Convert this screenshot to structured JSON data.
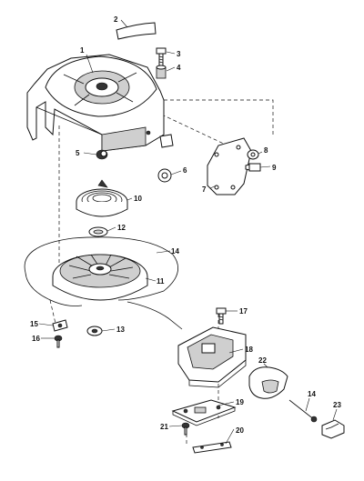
{
  "parts": [
    {
      "id": "1",
      "label": "1"
    },
    {
      "id": "2",
      "label": "2"
    },
    {
      "id": "3",
      "label": "3"
    },
    {
      "id": "4",
      "label": "4"
    },
    {
      "id": "5",
      "label": "5"
    },
    {
      "id": "6",
      "label": "6"
    },
    {
      "id": "7",
      "label": "7"
    },
    {
      "id": "8",
      "label": "8"
    },
    {
      "id": "9",
      "label": "9"
    },
    {
      "id": "10",
      "label": "10"
    },
    {
      "id": "11",
      "label": "11"
    },
    {
      "id": "12",
      "label": "12"
    },
    {
      "id": "13",
      "label": "13"
    },
    {
      "id": "14a",
      "label": "14"
    },
    {
      "id": "14b",
      "label": "14"
    },
    {
      "id": "15",
      "label": "15"
    },
    {
      "id": "16",
      "label": "16"
    },
    {
      "id": "17",
      "label": "17"
    },
    {
      "id": "18",
      "label": "18"
    },
    {
      "id": "19",
      "label": "19"
    },
    {
      "id": "20",
      "label": "20"
    },
    {
      "id": "21",
      "label": "21"
    },
    {
      "id": "22",
      "label": "22"
    },
    {
      "id": "23",
      "label": "23"
    }
  ]
}
